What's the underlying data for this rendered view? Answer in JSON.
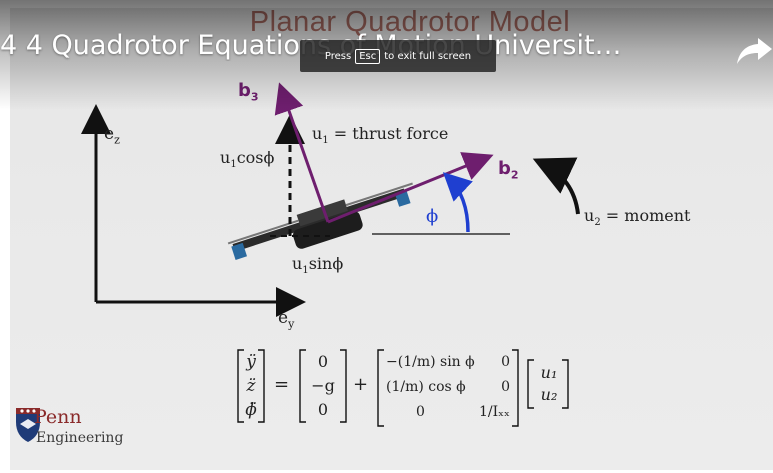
{
  "player": {
    "video_title": "4 4 Quadrotor Equations of Motion Universit…",
    "esc_hint_prefix": "Press",
    "esc_key": "Esc",
    "esc_hint_suffix": "to exit full screen",
    "share_icon": "share-arrow-icon"
  },
  "slide": {
    "title": "Planar Quadrotor Model",
    "axis_z": "e",
    "axis_z_sub": "z",
    "axis_y": "e",
    "axis_y_sub": "y",
    "b3": "b",
    "b3_sub": "3",
    "b2": "b",
    "b2_sub": "2",
    "thrust": "u",
    "thrust_sub": "1",
    "thrust_rest": " = thrust force",
    "cos_label": "u",
    "cos_sub": "1",
    "cos_rest": "cosϕ",
    "sin_label": "u",
    "sin_sub": "1",
    "sin_rest": "sinϕ",
    "phi": "ϕ",
    "moment": "u",
    "moment_sub": "2",
    "moment_rest": " = moment",
    "eq": {
      "lhs": [
        "ÿ",
        "z̈",
        "ϕ̈"
      ],
      "gravity": [
        "0",
        "−g",
        "0"
      ],
      "m_row1": [
        "−(1/m) sin ϕ",
        "0"
      ],
      "m_row2": [
        "(1/m) cos ϕ",
        "0"
      ],
      "m_row3": [
        "0",
        "1/Iₓₓ"
      ],
      "u": [
        "u₁",
        "u₂"
      ],
      "equals": "=",
      "plus": "+"
    },
    "logo_name": "Penn",
    "logo_sub": "Engineering",
    "colors": {
      "title": "#8a2a1c",
      "body_vector": "#6e1e6e",
      "angle_arc": "#1f3fd0"
    }
  }
}
